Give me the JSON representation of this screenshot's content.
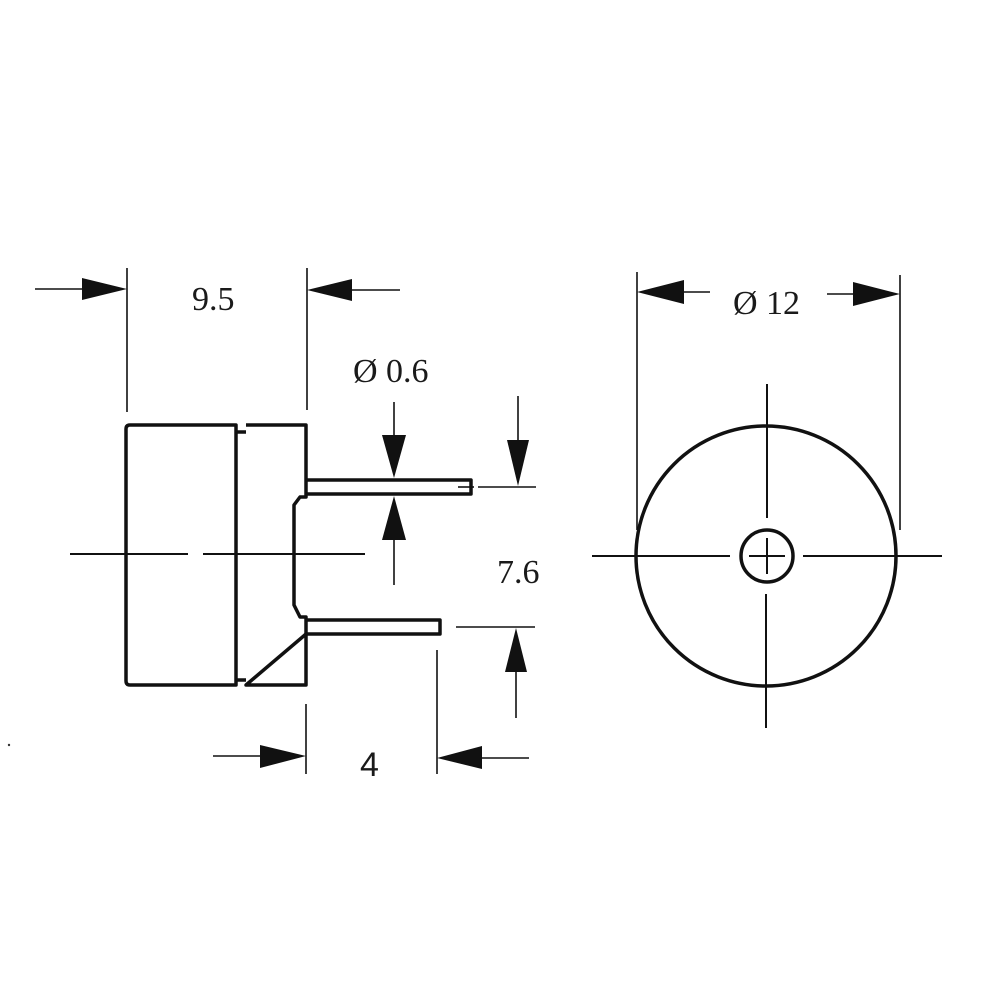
{
  "drawing": {
    "title": "Buzzer dimensional drawing",
    "units": "mm",
    "line_color": "#111111",
    "background": "#ffffff",
    "views": [
      {
        "name": "side-view",
        "description": "Side view of cylindrical body with two pins"
      },
      {
        "name": "front-view",
        "description": "Front view circular face with center hole"
      }
    ],
    "dimensions": {
      "body_length": "9.5",
      "pin_diameter": "Ø 0.6",
      "pin_spacing": "7.6",
      "pin_length": "4",
      "body_diameter": "Ø 12"
    }
  }
}
